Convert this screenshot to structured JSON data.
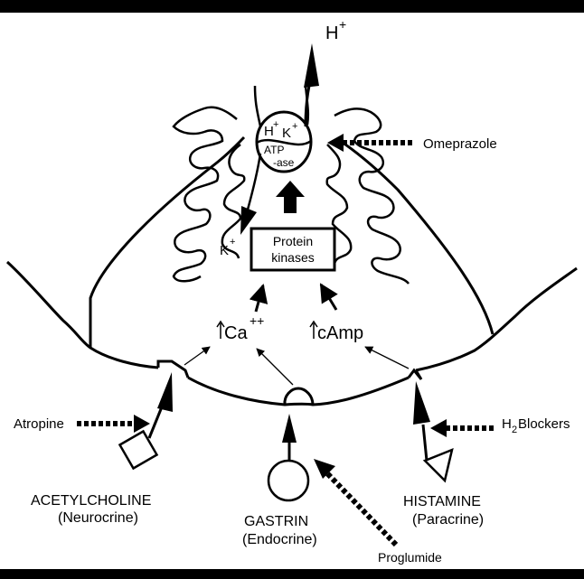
{
  "labels": {
    "h_plus": "H",
    "h_plus_sup": "+",
    "pump_h": "H",
    "pump_h_sup": "+",
    "pump_k": "K",
    "pump_k_sup": "+",
    "pump_atp": "ATP",
    "pump_ase": "-ase",
    "k_plus": "K",
    "k_plus_sup": "+",
    "protein_line1": "Protein",
    "protein_line2": "kinases",
    "ca": "Ca",
    "ca_sup": "++",
    "camp": "cAmp",
    "omeprazole": "Omeprazole",
    "atropine": "Atropine",
    "h2_main": "H",
    "h2_sub": "2",
    "h2_rest": "Blockers",
    "acetylcholine": "ACETYLCHOLINE",
    "neurocrine": "(Neurocrine)",
    "gastrin": "GASTRIN",
    "endocrine": "(Endocrine)",
    "histamine": "HISTAMINE",
    "paracrine": "(Paracrine)",
    "proglumide": "Proglumide"
  }
}
